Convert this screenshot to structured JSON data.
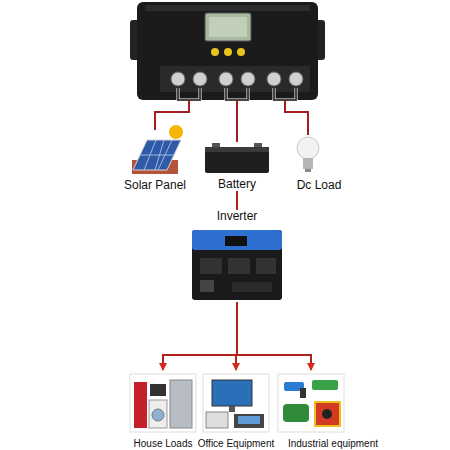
{
  "diagram": {
    "nodes": [
      {
        "text": [
          "Solar Panel"
        ]
      },
      {
        "text": [
          "Battery"
        ]
      },
      {
        "text": [
          "Dc Load"
        ]
      },
      {
        "text": [
          "Inverter"
        ]
      },
      {
        "text": [
          "House Loads"
        ]
      },
      {
        "text": [
          "Office Equipment"
        ]
      },
      {
        "text": [
          "Industrial equipment"
        ]
      }
    ],
    "edges": [
      {
        "from": 1,
        "to": 3,
        "arrow": "none"
      },
      {
        "from": 3,
        "to": 4,
        "arrow": "to"
      },
      {
        "from": 3,
        "to": 5,
        "arrow": "to"
      },
      {
        "from": 3,
        "to": 6,
        "arrow": "to"
      }
    ]
  }
}
